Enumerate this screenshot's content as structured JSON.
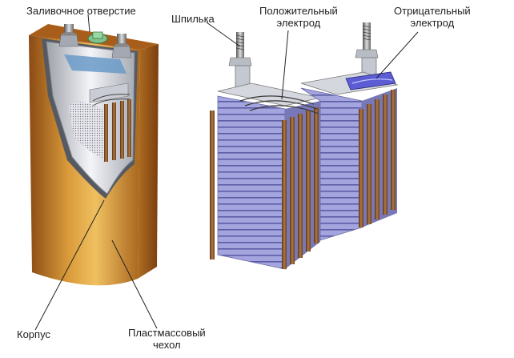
{
  "labels": {
    "filler_hole": "Заливочное отверстие",
    "stud": "Шпилька",
    "positive_line1": "Положительный",
    "positive_line2": "электрод",
    "negative_line1": "Отрицательный",
    "negative_line2": "электрод",
    "case": "Корпус",
    "cover_line1": "Пластмассовый",
    "cover_line2": "чехол"
  },
  "colors": {
    "case_gold": "#c8862a",
    "case_dark": "#8a4a14",
    "plate_blue": "#9898d8",
    "plate_edge": "#8b5a2b",
    "frame_gray": "#c4c8d0",
    "cap_green": "#7fc28a"
  }
}
